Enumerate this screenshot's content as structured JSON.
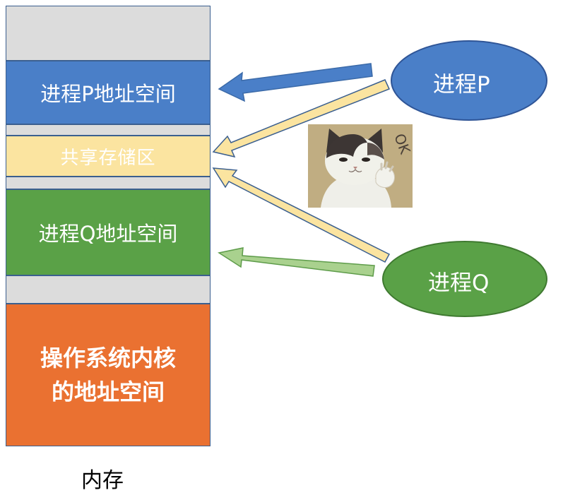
{
  "memory": {
    "process_p": "进程P地址空间",
    "shared": "共享存储区",
    "process_q": "进程Q地址空间",
    "kernel_line1": "操作系统内核",
    "kernel_line2": "的地址空间",
    "caption": "内存"
  },
  "processes": {
    "p": "进程P",
    "q": "进程Q"
  },
  "sticker": {
    "text": "OK"
  },
  "colors": {
    "blue": "#4a7fc8",
    "yellow": "#fbe4a0",
    "green": "#5aa147",
    "orange": "#ea7131",
    "gray": "#dcdcdc",
    "arrow_blue": "#4a7fc8",
    "arrow_yellow": "#fbe4a0",
    "arrow_green": "#a9d18e"
  }
}
